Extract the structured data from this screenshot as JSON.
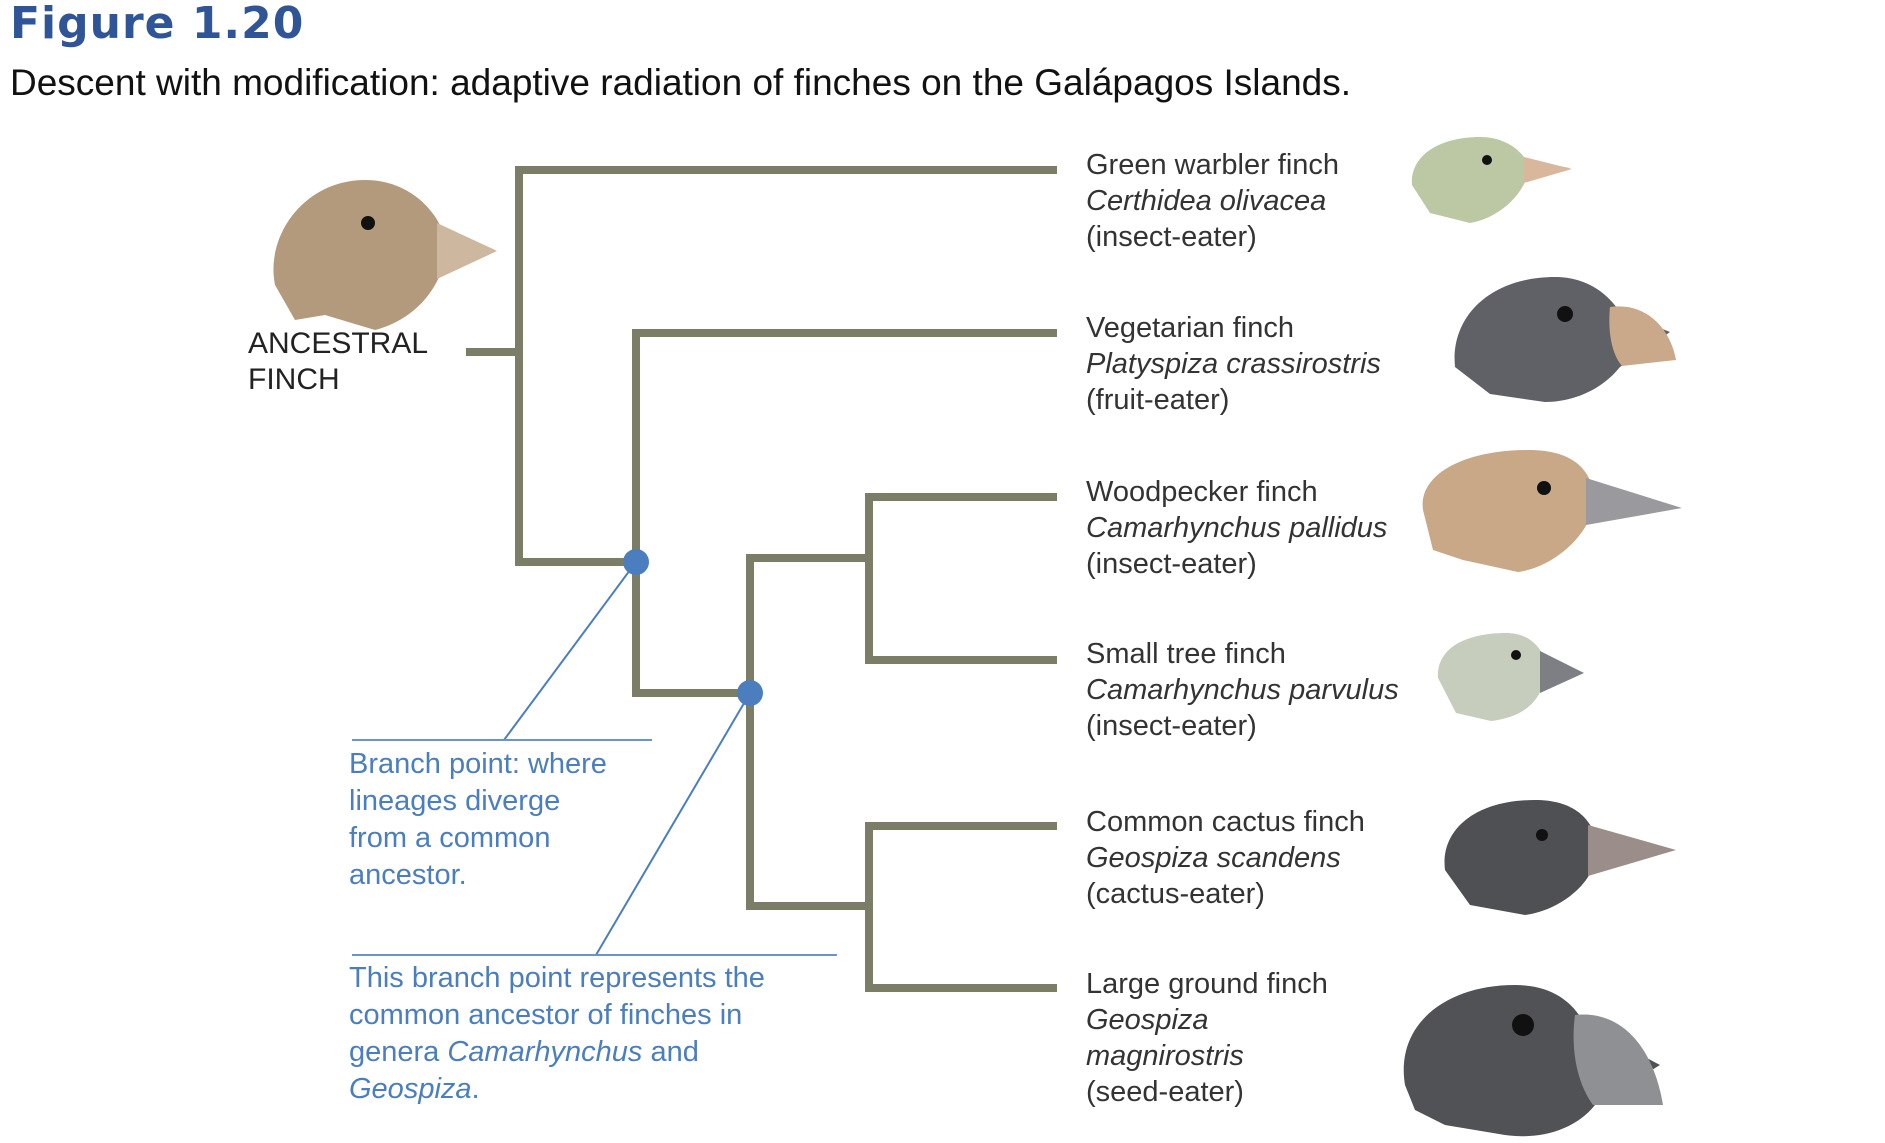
{
  "figure": {
    "number": "Figure 1.20",
    "caption": "Descent with modification: adaptive radiation of finches on the Galápagos Islands."
  },
  "ancestor": {
    "line1": "ANCESTRAL",
    "line2": "FINCH"
  },
  "species": [
    {
      "common": "Green warbler finch",
      "scientific": "Certhidea olivacea",
      "diet": "(insect-eater)",
      "head_color": "#bcc8a4",
      "beak_color": "#d9b79c"
    },
    {
      "common": "Vegetarian finch",
      "scientific": "Platyspiza crassirostris",
      "diet": "(fruit-eater)",
      "head_color": "#5f6166",
      "beak_color": "#caa98a"
    },
    {
      "common": "Woodpecker finch",
      "scientific": "Camarhynchus pallidus",
      "diet": "(insect-eater)",
      "head_color": "#c9a888",
      "beak_color": "#9a9a9e"
    },
    {
      "common": "Small tree finch",
      "scientific": "Camarhynchus parvulus",
      "diet": "(insect-eater)",
      "head_color": "#c7cdbd",
      "beak_color": "#7d7f85"
    },
    {
      "common": "Common cactus finch",
      "scientific": "Geospiza scandens",
      "diet": "(cactus-eater)",
      "head_color": "#4e5054",
      "beak_color": "#9b8e8a"
    },
    {
      "common": "Large ground finch",
      "scientific_line1": "Geospiza",
      "scientific_line2": "magnirostris",
      "diet": "(seed-eater)",
      "head_color": "#505256",
      "beak_color": "#8e9094"
    }
  ],
  "notes": {
    "branch_point": {
      "line1": "Branch point: where",
      "line2": "lineages diverge",
      "line3": "from a common",
      "line4": "ancestor."
    },
    "common_ancestor": {
      "line1": "This branch point represents the",
      "line2": "common ancestor of finches in",
      "line3_before": "genera ",
      "line3_italic": "Camarhynchus",
      "line3_after": " and",
      "line4_italic": "Geospiza",
      "line4_after": "."
    }
  },
  "colors": {
    "tree_line": "#7b7d66",
    "branch_point": "#4a7ebf",
    "ancestor_head": "#b49a7c",
    "ancestor_beak": "#cdb79e"
  }
}
